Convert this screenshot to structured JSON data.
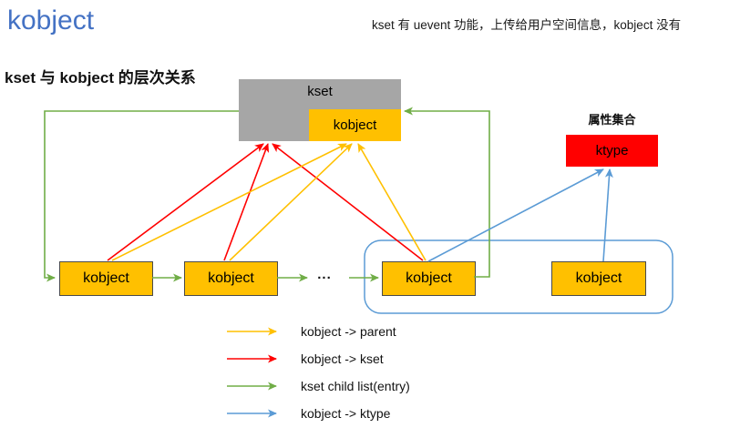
{
  "header": {
    "title": "kobject",
    "note": "kset 有 uevent 功能，上传给用户空间信息，kobject 没有"
  },
  "diagram": {
    "subtitle": "kset 与 kobject 的层次关系",
    "kset_label": "kset",
    "kset_member_label": "kobject",
    "ktype_caption": "属性集合",
    "ktype_label": "ktype",
    "list_nodes": [
      {
        "label": "kobject"
      },
      {
        "label": "kobject"
      },
      {
        "label": "kobject"
      },
      {
        "label": "kobject"
      }
    ],
    "ellipsis": "..."
  },
  "legend": {
    "items": [
      {
        "label": "kobject -> parent"
      },
      {
        "label": "kobject -> kset"
      },
      {
        "label": "kset child list(entry)"
      },
      {
        "label": "kobject -> ktype"
      }
    ]
  },
  "colors": {
    "title_accent": "#4472C4",
    "box_gray": "#A6A6A6",
    "box_orange": "#FFC000",
    "box_red": "#FF0000",
    "node_border": "#4A4A4A",
    "arrow_parent": "#FFC000",
    "arrow_kset": "#FF0000",
    "arrow_child": "#70AD47",
    "arrow_ktype": "#5B9BD5",
    "container_outline": "#5B9BD5"
  }
}
